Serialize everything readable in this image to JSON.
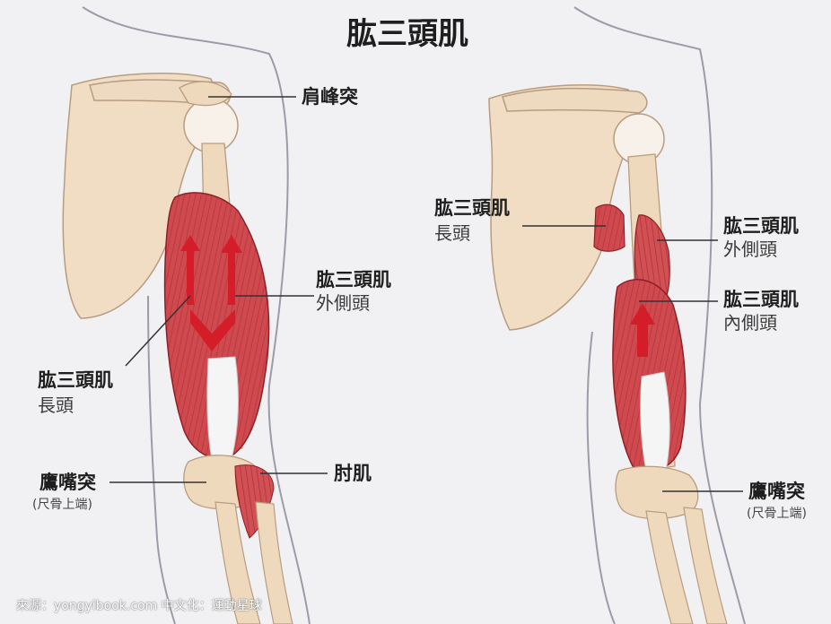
{
  "title": "肱三頭肌",
  "left_figure": {
    "acromion": "肩峰突",
    "lateral_head": {
      "name": "肱三頭肌",
      "part": "外側頭"
    },
    "long_head": {
      "name": "肱三頭肌",
      "part": "長頭"
    },
    "anconeus": "肘肌",
    "olecranon": {
      "name": "鷹嘴突",
      "note": "(尺骨上端)"
    }
  },
  "right_figure": {
    "long_head": {
      "name": "肱三頭肌",
      "part": "長頭"
    },
    "lateral_head": {
      "name": "肱三頭肌",
      "part": "外側頭"
    },
    "medial_head": {
      "name": "肱三頭肌",
      "part": "內側頭"
    },
    "olecranon": {
      "name": "鷹嘴突",
      "note": "(尺骨上端)"
    }
  },
  "credit": "來源：yongyibook.com 中文化：運動星球",
  "colors": {
    "muscle": "#cf4a4f",
    "muscle_dark": "#a8272f",
    "bone": "#f1dcc4",
    "bone_outline": "#b89c80",
    "arrow": "#d51d2a",
    "outline": "#9c9ca8",
    "leader": "#333333"
  }
}
